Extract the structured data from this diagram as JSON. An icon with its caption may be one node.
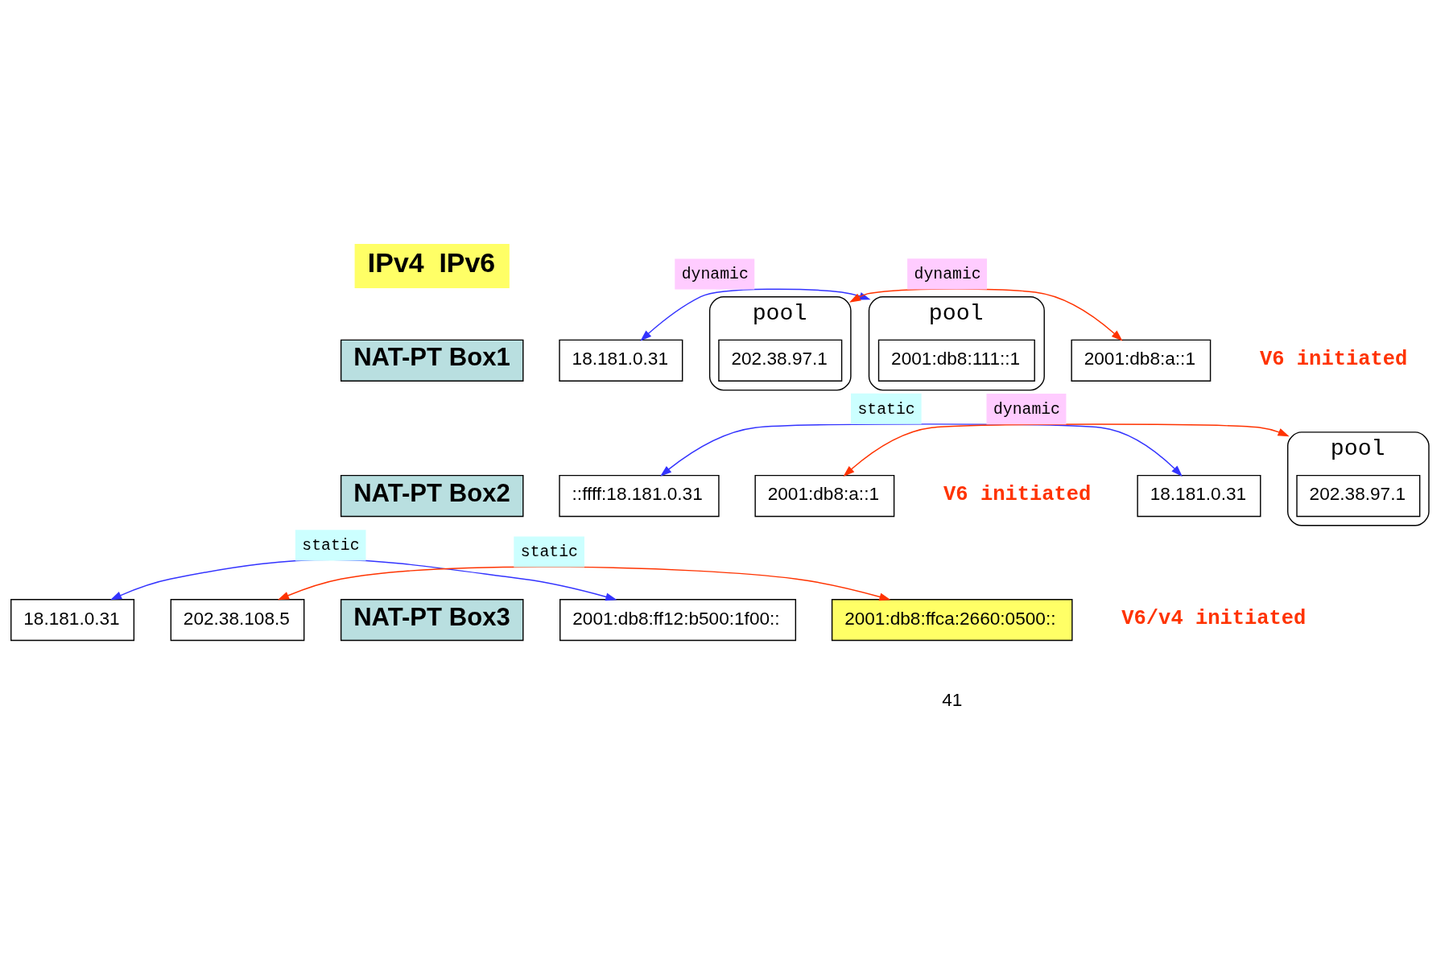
{
  "diagram": {
    "nodes": [
      {
        "text": [
          "IPv4",
          "IPv6"
        ]
      },
      {
        "text": [
          "18.181.0.31"
        ]
      },
      {
        "text": [
          "pool"
        ]
      },
      {
        "text": [
          "202.38.97.1"
        ],
        "in": 2
      },
      {
        "text": [
          "NAT-PT Box1"
        ]
      },
      {
        "text": [
          "pool"
        ]
      },
      {
        "text": [
          "2001:db8:111::1"
        ],
        "in": 5
      },
      {
        "text": [
          "2001:db8:a::1"
        ]
      },
      {
        "text": [
          "18.181.0.31"
        ]
      },
      {
        "text": [
          "pool"
        ]
      },
      {
        "text": [
          "202.38.97.1"
        ],
        "in": 9
      },
      {
        "text": [
          "NAT-PT Box2"
        ]
      },
      {
        "text": [
          "::ffff:18.181.0.31"
        ]
      },
      {
        "text": [
          "2001:db8:a::1"
        ]
      },
      {
        "text": [
          "18.181.0.31"
        ]
      },
      {
        "text": [
          "202.38.108.5"
        ]
      },
      {
        "text": [
          "NAT-PT Box3"
        ]
      },
      {
        "text": [
          "2001:db8:ff12:b500:1f00::"
        ]
      },
      {
        "text": [
          "2001:db8:ffca:2660:0500::"
        ]
      }
    ],
    "edges": [
      {
        "from": 1,
        "to": 5,
        "arrow": "both",
        "label": "dynamic",
        "color": "#3333ff"
      },
      {
        "from": 7,
        "to": 2,
        "arrow": "both",
        "label": "dynamic",
        "color": "#ff3300"
      },
      {
        "from": 8,
        "to": 12,
        "arrow": "both",
        "label": "static",
        "color": "#3333ff"
      },
      {
        "from": 13,
        "to": 9,
        "arrow": "both",
        "label": "dynamic",
        "color": "#ff3300"
      },
      {
        "from": 14,
        "to": 17,
        "arrow": "both",
        "label": "static",
        "color": "#3333ff"
      },
      {
        "from": 18,
        "to": 15,
        "arrow": "both",
        "label": "static",
        "color": "#ff3300"
      }
    ],
    "labels": [
      "V6 initiated",
      "V6 initiated",
      "V6/v4 initiated",
      "41"
    ]
  }
}
